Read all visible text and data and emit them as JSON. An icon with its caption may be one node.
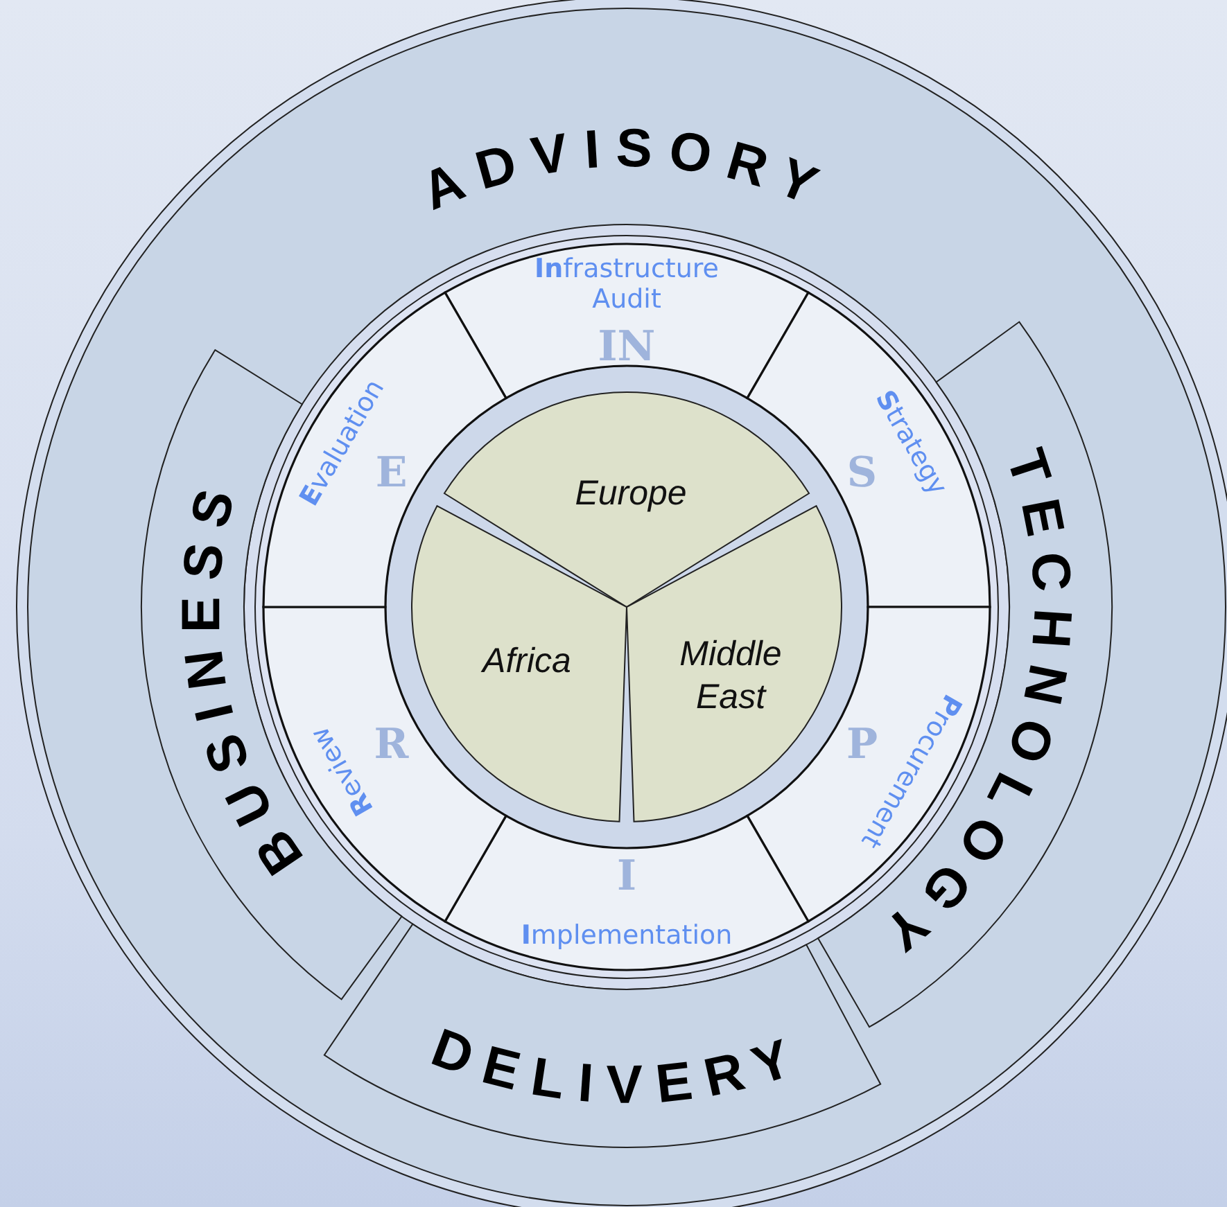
{
  "diagram": {
    "nodes": [
      {
        "text": [
          "ADVISORY"
        ]
      },
      {
        "text": [
          "BUSINESS"
        ],
        "in": 0
      },
      {
        "text": [
          "TECHNOLOGY"
        ],
        "in": 0
      },
      {
        "text": [
          "DELIVERY"
        ],
        "in": 0
      },
      {
        "text": [
          "**In**frastructure Audit"
        ],
        "in": 0
      },
      {
        "text": [
          "**S**trategy"
        ],
        "in": 0
      },
      {
        "text": [
          "**P**rocurement"
        ],
        "in": 0
      },
      {
        "text": [
          "**I**mplementation"
        ],
        "in": 0
      },
      {
        "text": [
          "**R**eview"
        ],
        "in": 0
      },
      {
        "text": [
          "**E**valuation"
        ],
        "in": 0
      },
      {
        "text": [
          "Europe"
        ],
        "in": 0
      },
      {
        "text": [
          "Africa"
        ],
        "in": 0
      },
      {
        "text": [
          "Middle East"
        ],
        "in": 0
      }
    ],
    "labels": [
      "IN",
      "S",
      "P",
      "I",
      "R",
      "E"
    ]
  }
}
